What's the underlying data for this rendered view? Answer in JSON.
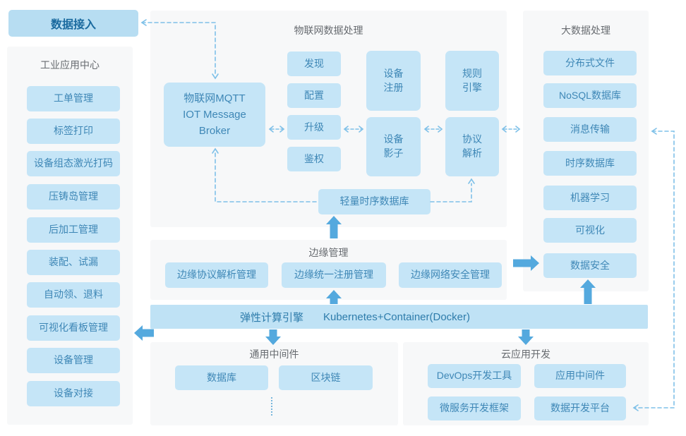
{
  "palette": {
    "box_fill": "#c5e5f7",
    "button_fill": "#b7ddf2",
    "bar_fill": "#bfe2f5",
    "panel_bg": "#f7f8f9",
    "box_text": "#3e87b6",
    "button_text": "#1a6a9f",
    "title_text": "#676b70",
    "solid_arrow": "#54a9de",
    "dashed_link": "#7ec0e8"
  },
  "icons": {
    "more_ellipsis": "vertical-dotted-ellipsis"
  },
  "data_access": {
    "label": "数据接入"
  },
  "industrial": {
    "title": "工业应用中心",
    "items": [
      "工单管理",
      "标签打印",
      "设备组态激光打码",
      "压铸岛管理",
      "后加工管理",
      "装配、试漏",
      "自动领、退料",
      "可视化看板管理",
      "设备管理",
      "设备对接"
    ]
  },
  "iot": {
    "title": "物联网数据处理",
    "broker": "物联网MQTT\nIOT Message\nBroker",
    "functions": [
      "发现",
      "配置",
      "升级",
      "鉴权"
    ],
    "registry": "设备\n注册",
    "shadow": "设备\n影子",
    "rule_engine": "规则\n引擎",
    "protocol": "协议\n解析",
    "tsdb": "轻量时序数据库"
  },
  "edge": {
    "title": "边缘管理",
    "items": [
      "边缘协议解析管理",
      "边缘统一注册管理",
      "边缘网络安全管理"
    ]
  },
  "compute": {
    "label_cn": "弹性计算引擎",
    "label_en": "Kubernetes+Container(Docker)"
  },
  "middleware": {
    "title": "通用中间件",
    "items": [
      "数据库",
      "区块链"
    ]
  },
  "cloud": {
    "title": "云应用开发",
    "items": [
      "DevOps开发工具",
      "应用中间件",
      "微服务开发框架",
      "数据开发平台"
    ]
  },
  "bigdata": {
    "title": "大数据处理",
    "items": [
      "分布式文件",
      "NoSQL数据库",
      "消息传输",
      "时序数据库",
      "机器学习",
      "可视化",
      "数据安全"
    ]
  }
}
